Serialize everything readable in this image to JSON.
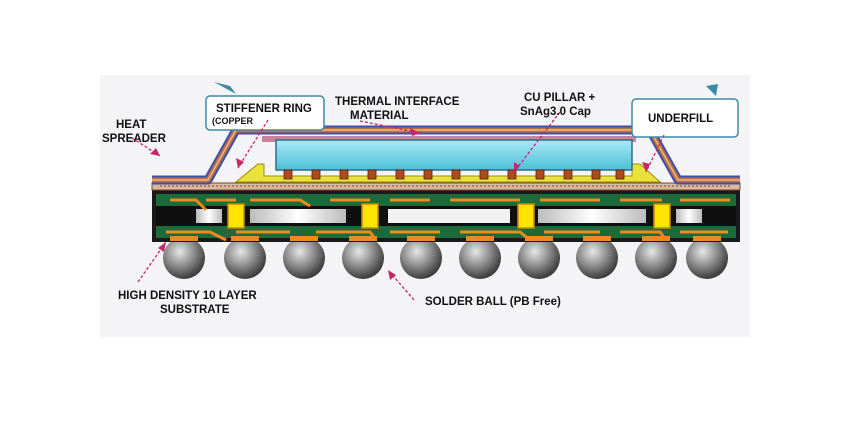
{
  "labels": {
    "heat_spreader_1": "HEAT",
    "heat_spreader_2": "SPREADER",
    "stiffener_ring": "STIFFENER RING",
    "stiffener_material": "(COPPER",
    "tim_1": "THERMAL INTERFACE",
    "tim_2": "MATERIAL",
    "cu_pillar_1": "CU PILLAR +",
    "cu_pillar_2": "SnAg3.0 Cap",
    "underfill": "UNDERFILL",
    "substrate_1": "HIGH DENSITY 10 LAYER",
    "substrate_2": "SUBSTRATE",
    "solder_ball": "SOLDER BALL (PB Free)"
  },
  "colors": {
    "die": "#6fd3e8",
    "underfill": "#e8e23a",
    "spreader_copper": "#c0703a",
    "spreader_outline": "#3a4fb0",
    "substrate_core": "#1a1a1a",
    "substrate_green": "#1d6b3a",
    "trace_orange": "#f08a1e",
    "leader_magenta": "#c8246a",
    "callout_border": "#3a8aa8",
    "solder_ball": "#8a8a8a"
  }
}
